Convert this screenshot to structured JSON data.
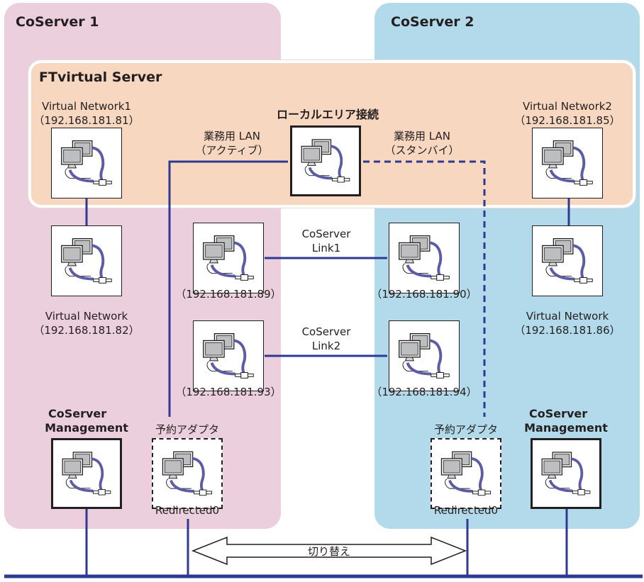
{
  "coserver1": {
    "title": "CoServer 1"
  },
  "coserver2": {
    "title": "CoServer 2"
  },
  "ftvirtual": {
    "title": "FTvirtual Server"
  },
  "local_area": {
    "title": "ローカルエリア接続"
  },
  "lan_active": {
    "line1": "業務用 LAN",
    "line2": "（アクティブ）"
  },
  "lan_standby": {
    "line1": "業務用 LAN",
    "line2": "（スタンバイ）"
  },
  "vnet1": {
    "name": "Virtual Network1",
    "ip": "（192.168.181.81）"
  },
  "vnet2": {
    "name": "Virtual Network2",
    "ip": "（192.168.181.85）"
  },
  "vnet_left": {
    "name": "Virtual Network",
    "ip": "（192.168.181.82）"
  },
  "vnet_right": {
    "name": "Virtual Network",
    "ip": "（192.168.181.86）"
  },
  "link1": {
    "line1": "CoServer",
    "line2": "Link1",
    "ip_left": "（192.168.181.89）",
    "ip_right": "（192.168.181.90）"
  },
  "link2": {
    "line1": "CoServer",
    "line2": "Link2",
    "ip_left": "（192.168.181.93）",
    "ip_right": "（192.168.181.94）"
  },
  "mgmt_left": {
    "line1": "CoServer",
    "line2": "Management"
  },
  "mgmt_right": {
    "line1": "CoServer",
    "line2": "Management"
  },
  "reserve_left": {
    "title": "予約アダプタ",
    "name": "Redirected0"
  },
  "reserve_right": {
    "title": "予約アダプタ",
    "name": "Redirected0"
  },
  "switch_label": "切り替え",
  "icon": "computer-network-icon",
  "colors": {
    "coserver1_bg": "#eccfdc",
    "coserver2_bg": "#b3daea",
    "ftvirtual_bg": "#f7d7bf",
    "line": "#2e3a92"
  }
}
